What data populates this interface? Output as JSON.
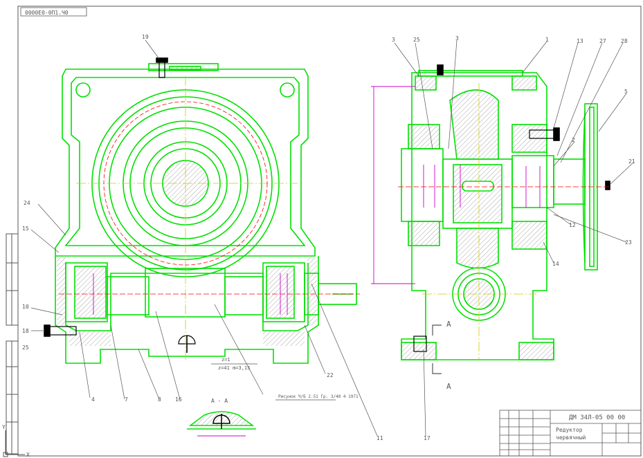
{
  "drawing": {
    "stamp_top": "0000Е0-0П1.Ч0",
    "drawing_number": "ДМ 34Л-05 00 00",
    "title_line1": "Редуктор",
    "title_line2": "червячный",
    "section_label": "А - А",
    "view_arrow_top": "А",
    "view_arrow_bottom": "А",
    "axis_x": "X",
    "axis_y": "Y",
    "note_line1": "z=1",
    "note_line2": "z=41  m=3,15",
    "note_line3": "Рисунок Ч/Б 2.51 Гр. 3/40 4 1971"
  },
  "callouts": {
    "left_view": [
      "19",
      "24",
      "15",
      "10",
      "18",
      "25",
      "4",
      "7",
      "8",
      "16",
      "22",
      "11"
    ],
    "right_view": [
      "3",
      "25",
      "3",
      "1",
      "13",
      "27",
      "28",
      "5",
      "2",
      "21",
      "23",
      "12",
      "14",
      "17"
    ]
  },
  "colors": {
    "part_outline": "#00e000",
    "dimension": "#cc00cc",
    "pitch_circle": "#ff0000",
    "axis_line": "#cccc00",
    "sheet_frame": "#555555"
  }
}
